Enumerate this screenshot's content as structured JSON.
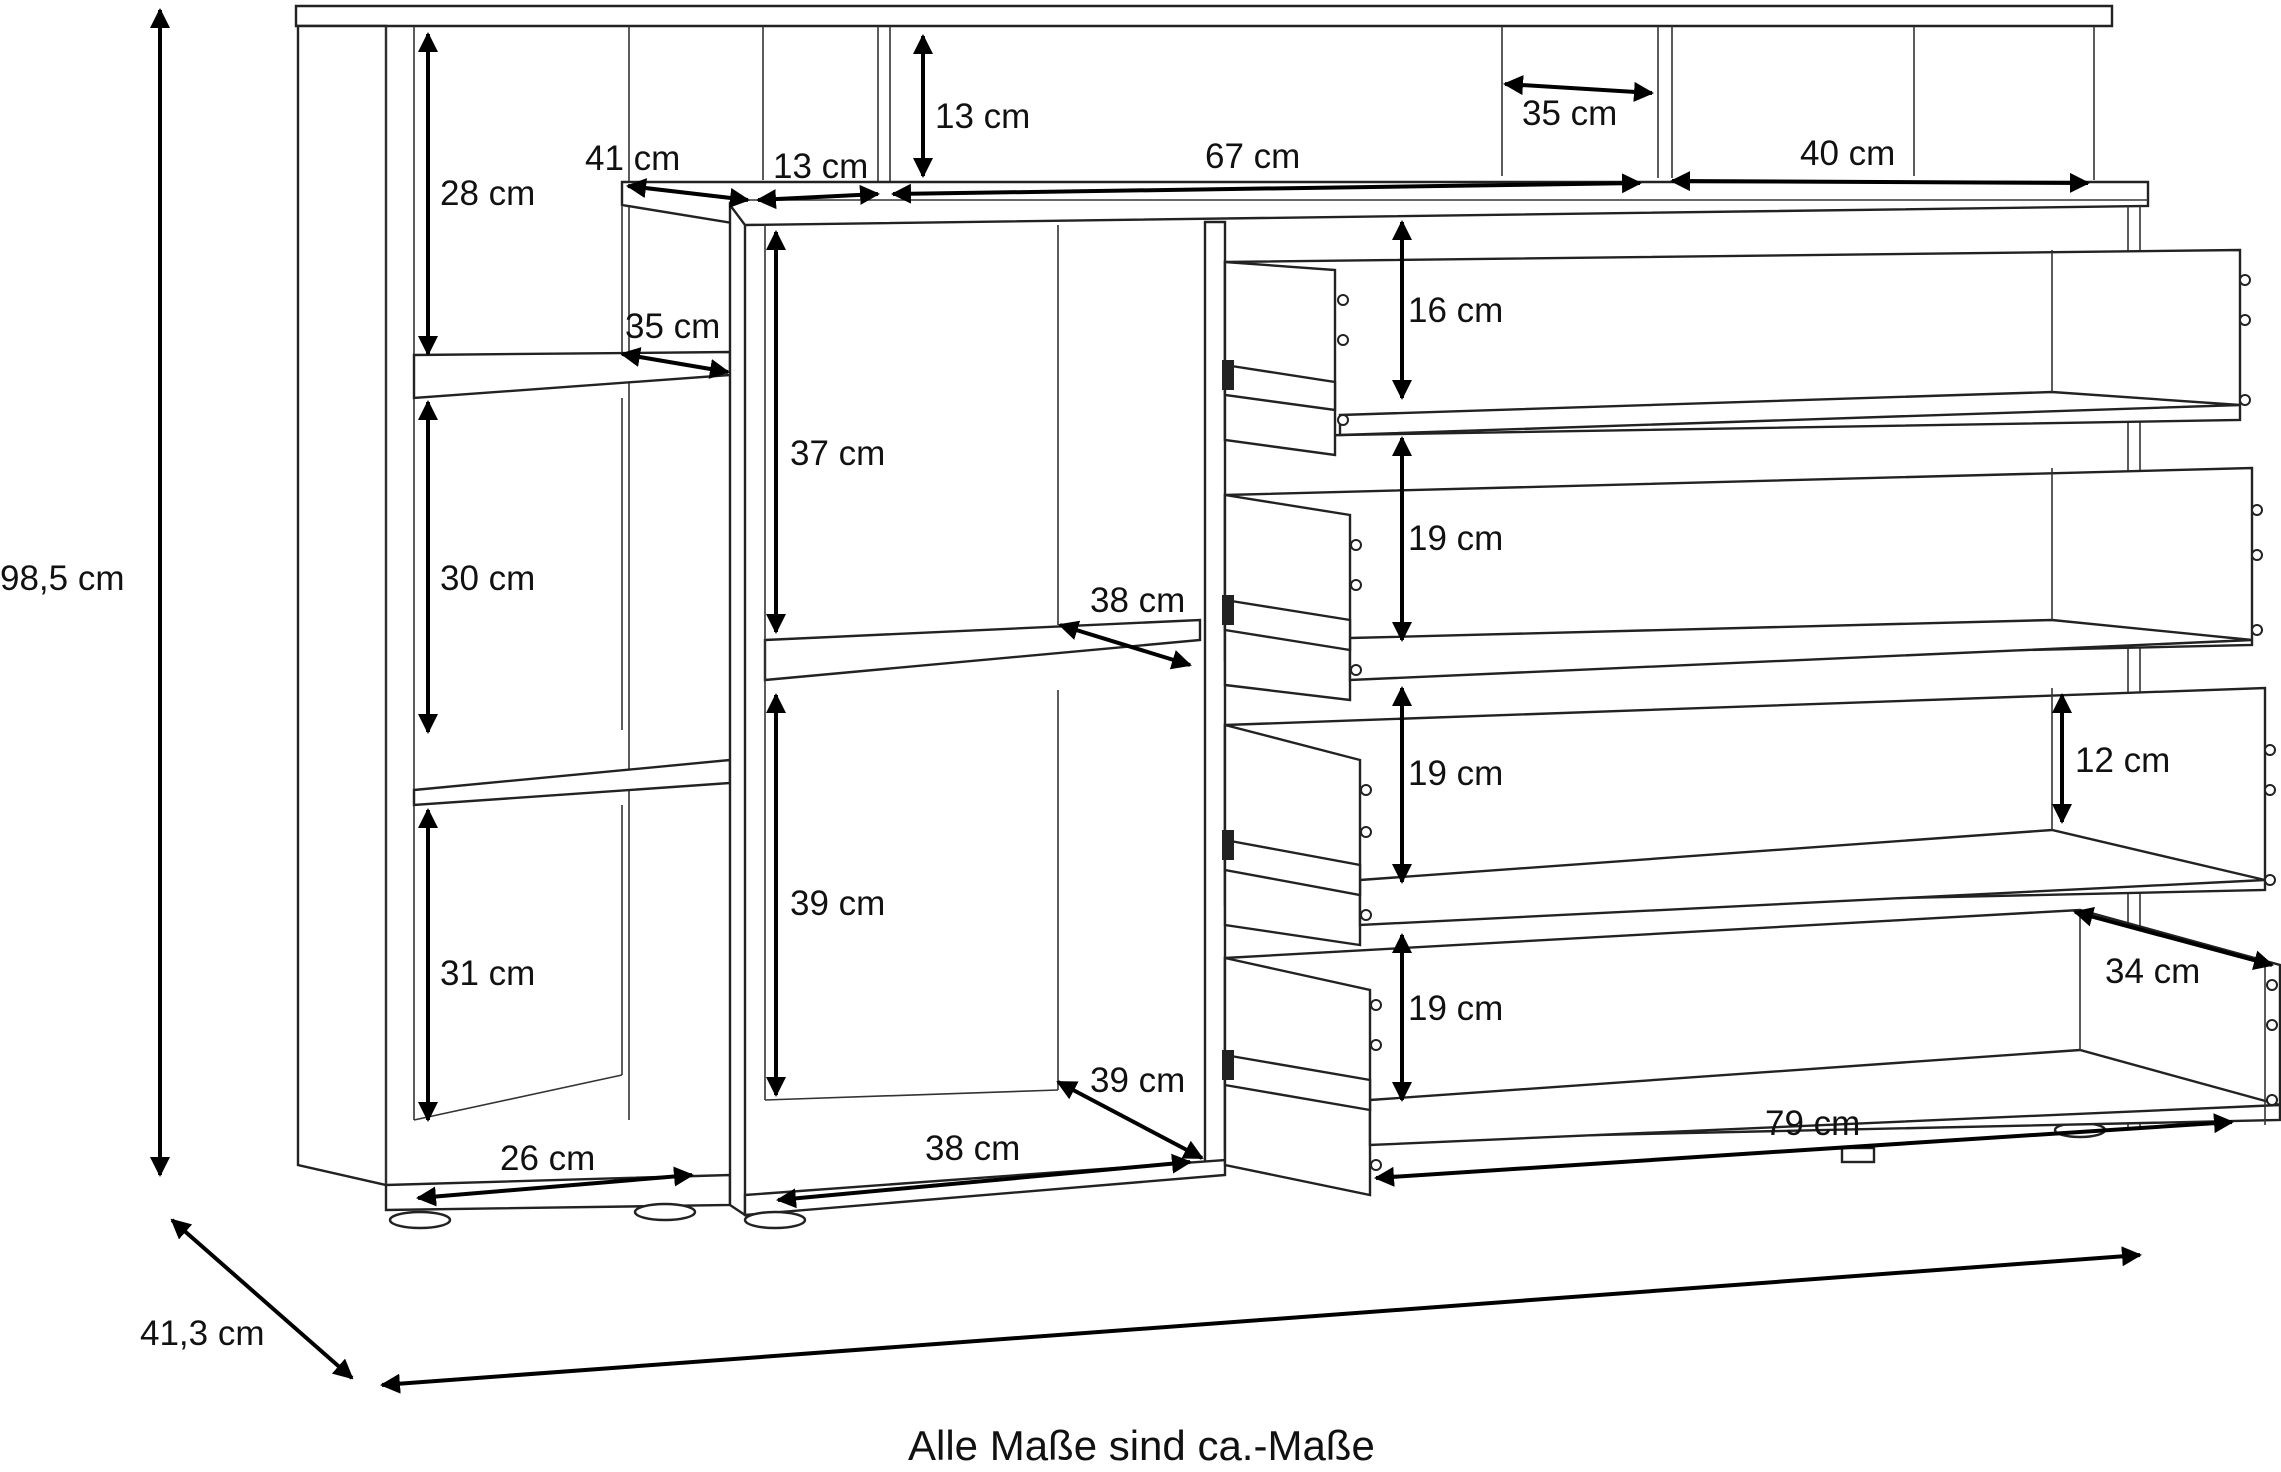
{
  "caption": "Alle Maße sind ca.-Maße",
  "dimensions": {
    "total_height": "98,5 cm",
    "total_depth": "41,3 cm",
    "top_left_depth": "41 cm",
    "top_gap": "13 cm",
    "top_height": "13 cm",
    "top_mid_width": "67 cm",
    "top_compartment_depth": "35 cm",
    "top_right_width": "40 cm",
    "left_shelf_1": "28 cm",
    "left_shelf_depth": "35 cm",
    "left_shelf_2": "30 cm",
    "left_shelf_3": "31 cm",
    "left_width": "26 cm",
    "mid_upper": "37 cm",
    "mid_shelf_depth": "38 cm",
    "mid_lower": "39 cm",
    "mid_bottom_depth": "39 cm",
    "mid_width": "38 cm",
    "drawer_1": "16 cm",
    "drawer_2": "19 cm",
    "drawer_3": "19 cm",
    "drawer_3_inner": "12 cm",
    "drawer_4": "19 cm",
    "drawer_depth": "34 cm",
    "drawer_width": "79 cm"
  }
}
